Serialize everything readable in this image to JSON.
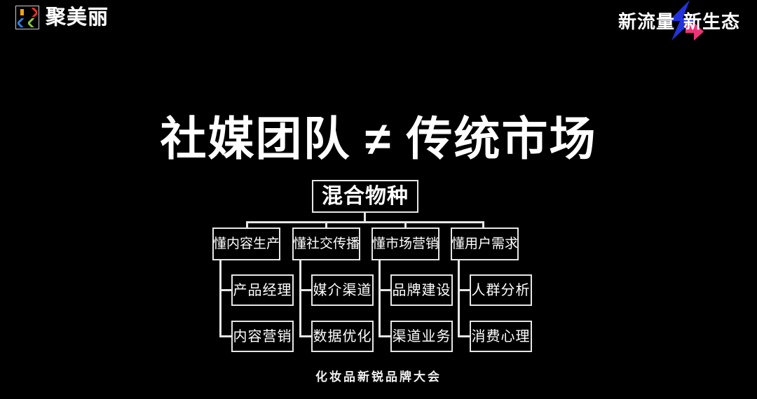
{
  "brand": {
    "name": "聚美丽",
    "logo_icon": "jumeili-square-logo-icon",
    "colors": {
      "bar": "#f2a416",
      "arrow_top_right": "#e8312a",
      "arrow_bottom_left": "#2f7fe0",
      "arrow_bottom_right": "#8cc63e"
    }
  },
  "event": {
    "tagline_left": "新流量",
    "tagline_right": "新生态",
    "bolt_icon": "lightning-bolt-icon",
    "bolt_colors": {
      "primary": "#2233dd",
      "secondary": "#ee3377"
    }
  },
  "slide": {
    "title": "社媒团队 ≠ 传统市场",
    "footer": "化妆品新锐品牌大会",
    "background": "#000000",
    "line_color": "#e6e6e6"
  },
  "chart_data": {
    "type": "diagram",
    "layout": "org-chart",
    "root": {
      "label": "混合物种"
    },
    "branches": [
      {
        "label": "懂内容生产",
        "children": [
          {
            "label": "产品经理"
          },
          {
            "label": "内容营销"
          }
        ]
      },
      {
        "label": "懂社交传播",
        "children": [
          {
            "label": "媒介渠道"
          },
          {
            "label": "数据优化"
          }
        ]
      },
      {
        "label": "懂市场营销",
        "children": [
          {
            "label": "品牌建设"
          },
          {
            "label": "渠道业务"
          }
        ]
      },
      {
        "label": "懂用户需求",
        "children": [
          {
            "label": "人群分析"
          },
          {
            "label": "消费心理"
          }
        ]
      }
    ]
  }
}
